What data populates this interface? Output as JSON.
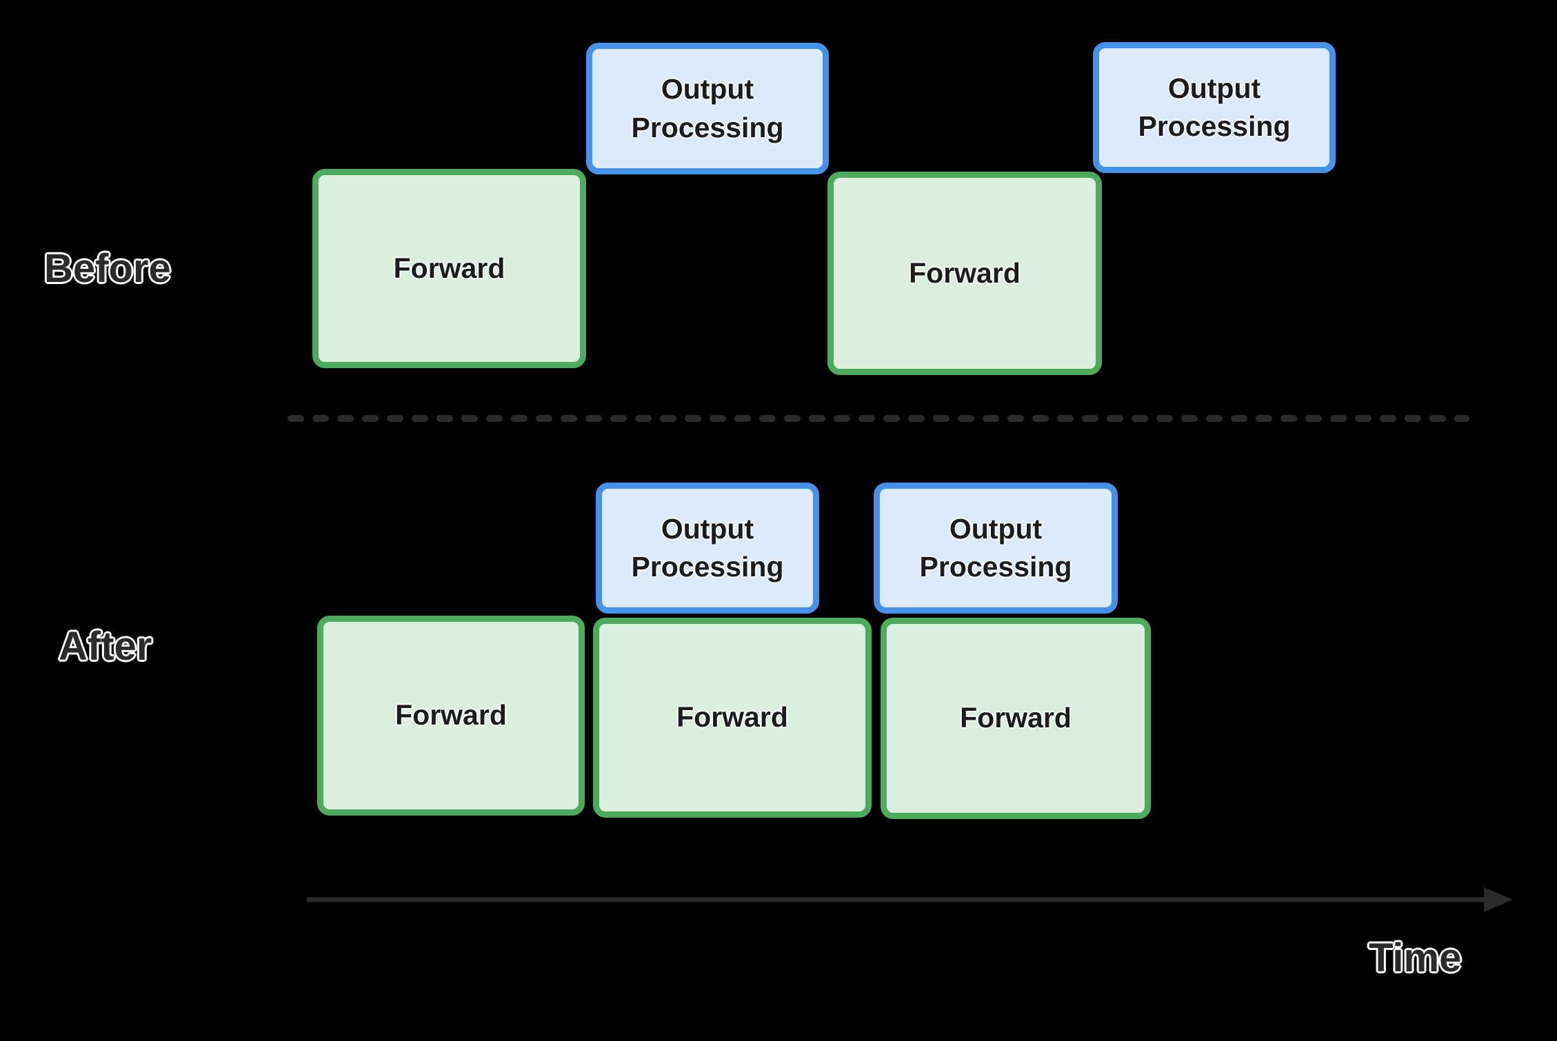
{
  "background": "#000000",
  "palette": {
    "forward_fill": "#dceede",
    "forward_border": "#4dab5c",
    "output_fill": "#dceafb",
    "output_border": "#4493e8",
    "line_color": "#2b2b2b",
    "box_text": "#1c1c1e",
    "label_text": "#2b2b2b",
    "outline": "#ffffff"
  },
  "before": {
    "label": "Before",
    "boxes": [
      {
        "kind": "forward",
        "label": "Forward"
      },
      {
        "kind": "output",
        "label": "Output Processing"
      },
      {
        "kind": "forward",
        "label": "Forward"
      },
      {
        "kind": "output",
        "label": "Output Processing"
      }
    ]
  },
  "after": {
    "label": "After",
    "boxes": [
      {
        "kind": "forward",
        "label": "Forward"
      },
      {
        "kind": "forward",
        "label": "Forward"
      },
      {
        "kind": "forward",
        "label": "Forward"
      },
      {
        "kind": "output",
        "label": "Output Processing"
      },
      {
        "kind": "output",
        "label": "Output Processing"
      }
    ]
  },
  "time_axis": {
    "label": "Time"
  }
}
